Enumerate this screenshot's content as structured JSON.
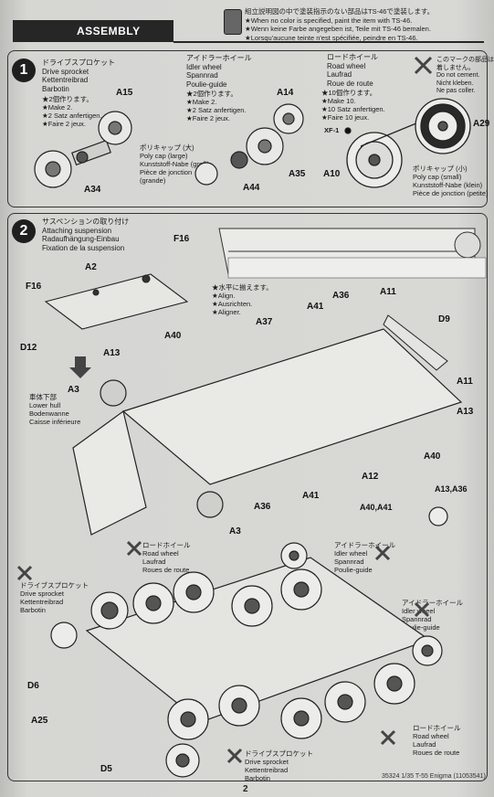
{
  "header": {
    "section": "ASSEMBLY"
  },
  "paint_note": {
    "lines": [
      "組立説明図の中で塗装指示のない部品はTS-46で塗装します。",
      "★When no color is specified, paint the item with TS-46.",
      "★Wenn keine Farbe angegeben ist, Teile mit TS-46 bemalen.",
      "★Lorsqu'aucune teinte n'est spécifiée, peindre en TS-46."
    ]
  },
  "step1": {
    "number": "1",
    "sprocket": {
      "jp": "ドライブスプロケット",
      "en": "Drive sprocket",
      "de": "Kettentreibrad",
      "fr": "Barbotin",
      "qty": [
        "★2個作ります。",
        "★Make 2.",
        "★2 Satz anfertigen.",
        "★Faire 2 jeux."
      ]
    },
    "idler": {
      "jp": "アイドラーホイール",
      "en": "Idler wheel",
      "de": "Spannrad",
      "fr": "Poulie-guide",
      "qty": [
        "★2個作ります。",
        "★Make 2.",
        "★2 Satz anfertigen.",
        "★Faire 2 jeux."
      ]
    },
    "road": {
      "jp": "ロードホイール",
      "en": "Road wheel",
      "de": "Laufrad",
      "fr": "Roue de route",
      "qty": [
        "★10個作ります。",
        "★Make 10.",
        "★10 Satz anfertigen.",
        "★Faire 10 jeux."
      ]
    },
    "no_glue": [
      "このマークの部品は接",
      "着しません。",
      "Do not cement.",
      "Nicht kleben.",
      "Ne pas coller."
    ],
    "polycap_large": [
      "ポリキャップ (大)",
      "Poly cap (large)",
      "Kunststoff-Nabe (groß)",
      "Pièce de jonction",
      "(grande)"
    ],
    "polycap_small": [
      "ポリキャップ (小)",
      "Poly cap (small)",
      "Kunststoff-Nabe (klein)",
      "Pièce de jonction (petite)"
    ],
    "xf": "XF-1",
    "labels": {
      "a15": "A15",
      "a34": "A34",
      "a14": "A14",
      "a35": "A35",
      "a44": "A44",
      "a29": "A29",
      "a10": "A10"
    }
  },
  "step2": {
    "number": "2",
    "title": [
      "サスペンションの取り付け",
      "Attaching suspension",
      "Radaufhängung-Einbau",
      "Fixation de la suspension"
    ],
    "align": [
      "★水平に揃えます。",
      "★Align.",
      "★Ausrichten.",
      "★Aligner."
    ],
    "lower_hull": [
      "車体下部",
      "Lower hull",
      "Bodenwanne",
      "Caisse inférieure"
    ],
    "labels": {
      "f16a": "F16",
      "f16b": "F16",
      "a2": "A2",
      "d12": "D12",
      "a13a": "A13",
      "a40a": "A40",
      "a3a": "A3",
      "a37": "A37",
      "a41a": "A41",
      "a36a": "A36",
      "a11a": "A11",
      "d9": "D9",
      "a11b": "A11",
      "a13b": "A13",
      "a40b": "A40",
      "a12": "A12",
      "a41b": "A41",
      "a36b": "A36",
      "a3b": "A3",
      "a1336": "A13,A36",
      "a4041": "A40,A41"
    }
  },
  "step3": {
    "road_top": [
      "ロードホイール",
      "Road wheel",
      "Laufrad",
      "Roues de route"
    ],
    "idler_top": [
      "アイドラーホイール",
      "Idler wheel",
      "Spannrad",
      "Poulie-guide"
    ],
    "sprocket_left": [
      "ドライブスプロケット",
      "Drive sprocket",
      "Kettentreibrad",
      "Barbotin"
    ],
    "idler_right": [
      "アイドラーホイール",
      "Idler wheel",
      "Spannrad",
      "Poulie-guide"
    ],
    "road_right": [
      "ロードホイール",
      "Road wheel",
      "Laufrad",
      "Roues de route"
    ],
    "sprocket_bottom": [
      "ドライブスプロケット",
      "Drive sprocket",
      "Kettentreibrad",
      "Barbotin"
    ],
    "labels": {
      "d6": "D6",
      "a25": "A25",
      "d5": "D5"
    }
  },
  "footer": {
    "code": "35324  1/35 T-55 Enigma (11053541)",
    "page": "2"
  }
}
